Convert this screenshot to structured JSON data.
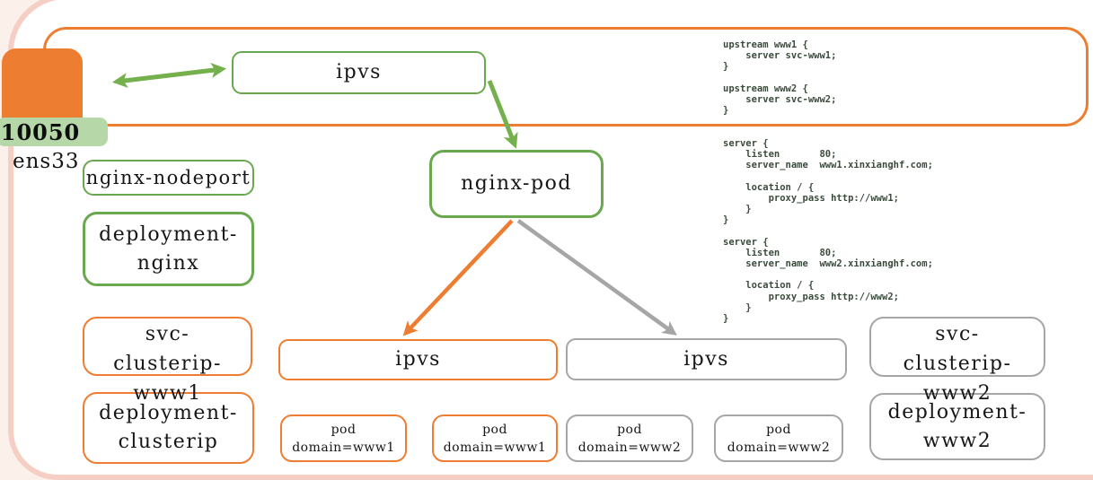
{
  "host": {
    "port": "10050",
    "interface": "ens33"
  },
  "nodes": {
    "ipvs_top": "ipvs",
    "nginx_pod": "nginx-pod",
    "nginx_nodeport": "nginx-nodeport",
    "deployment_nginx": "deployment-\nnginx",
    "svc_clusterip_www1": "svc-\nclusterip-\nwww1",
    "deployment_clusterip": "deployment-\nclusterip",
    "ipvs_www1": "ipvs",
    "ipvs_www2": "ipvs",
    "pod_www1_a": "pod\ndomain=www1",
    "pod_www1_b": "pod\ndomain=www1",
    "pod_www2_a": "pod\ndomain=www2",
    "pod_www2_b": "pod\ndomain=www2",
    "svc_clusterip_www2": "svc-\nclusterip-\nwww2",
    "deployment_www2": "deployment-\nwww2"
  },
  "nginx_config": "upstream www1 {\n    server svc-www1;\n}\n\nupstream www2 {\n    server svc-www2;\n}\n\n\nserver {\n    listen       80;\n    server_name  www1.xinxianghf.com;\n\n    location / {\n        proxy_pass http://www1;\n    }\n}\n\nserver {\n    listen       80;\n    server_name  www2.xinxianghf.com;\n\n    location / {\n        proxy_pass http://www2;\n    }\n}",
  "colors": {
    "orange": "#ED7D31",
    "green": "#6AA84F",
    "arrow_green": "#74B04C",
    "gray": "#A6A6A6",
    "band_green": "#B6D7A8",
    "frame_pink": "#F6CFC4",
    "config_text": "#3A4B3C"
  }
}
